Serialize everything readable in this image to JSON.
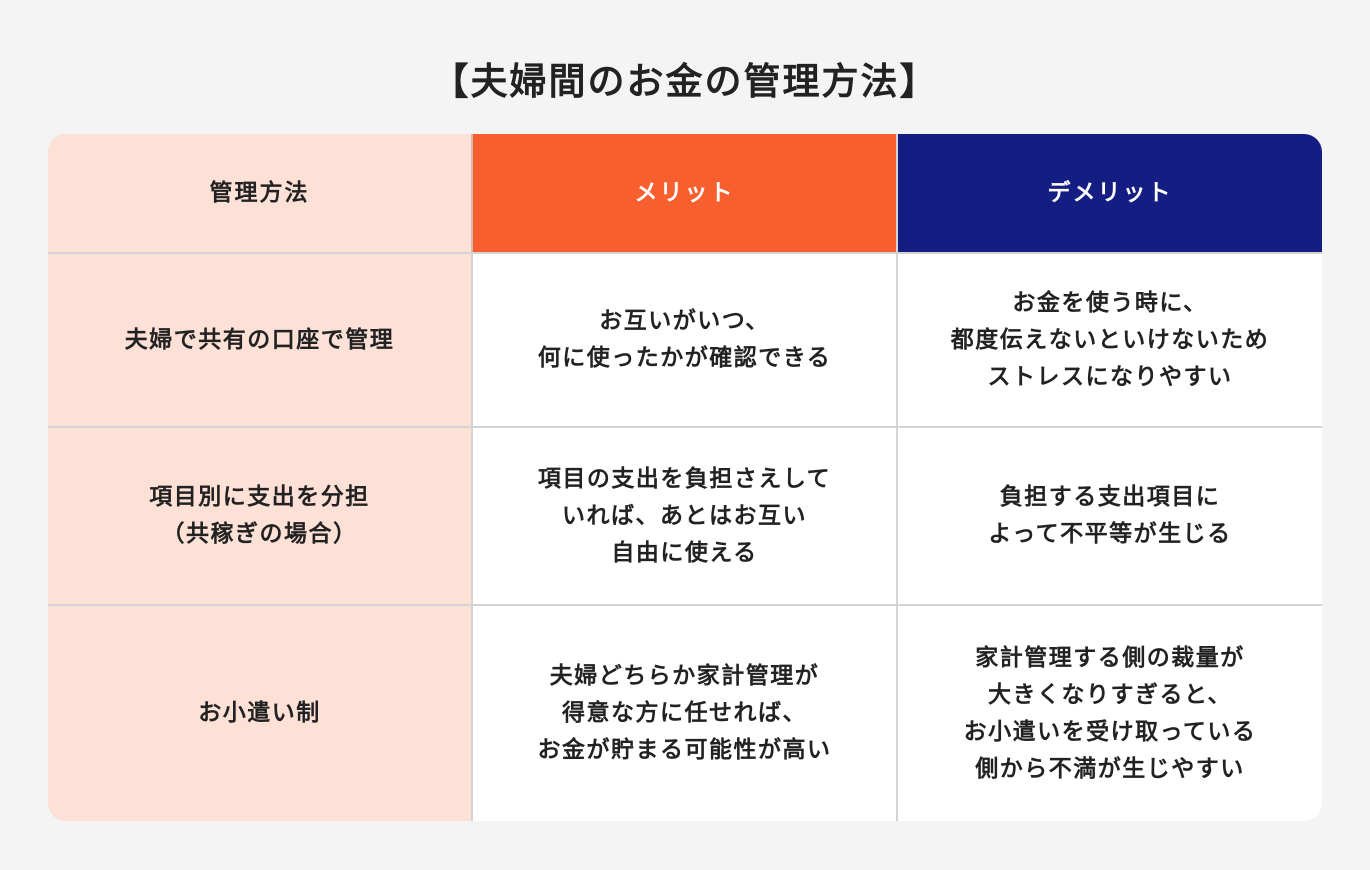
{
  "title": "【夫婦間のお金の管理方法】",
  "table": {
    "headers": {
      "method": "管理方法",
      "merit": "メリット",
      "demerit": "デメリット"
    },
    "rows": [
      {
        "method": "夫婦で共有の口座で管理",
        "merit": "お互いがいつ、\n何に使ったかが確認できる",
        "demerit": "お金を使う時に、\n都度伝えないといけないため\nストレスになりやすい"
      },
      {
        "method": "項目別に支出を分担\n（共稼ぎの場合）",
        "merit": "項目の支出を負担さえして\nいれば、あとはお互い\n自由に使える",
        "demerit": "負担する支出項目に\nよって不平等が生じる"
      },
      {
        "method": "お小遣い制",
        "merit": "夫婦どちらか家計管理が\n得意な方に任せれば、\nお金が貯まる可能性が高い",
        "demerit": "家計管理する側の裁量が\n大きくなりすぎると、\nお小遣いを受け取っている\n側から不満が生じやすい"
      }
    ]
  },
  "colors": {
    "background": "#f4f4f4",
    "method_column": "#fde0d6",
    "merit_header": "#f85f2e",
    "demerit_header": "#141e82",
    "cell_background": "#ffffff",
    "text": "#222222",
    "grid_line": "#d4d4d4"
  }
}
